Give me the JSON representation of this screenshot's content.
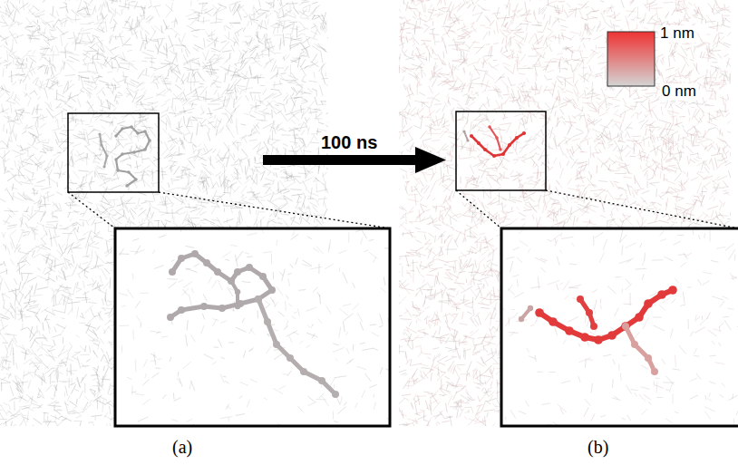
{
  "diagram": {
    "labels": [
      "100 ns",
      "1 nm",
      "0 nm",
      "(a)",
      "(b)"
    ]
  }
}
